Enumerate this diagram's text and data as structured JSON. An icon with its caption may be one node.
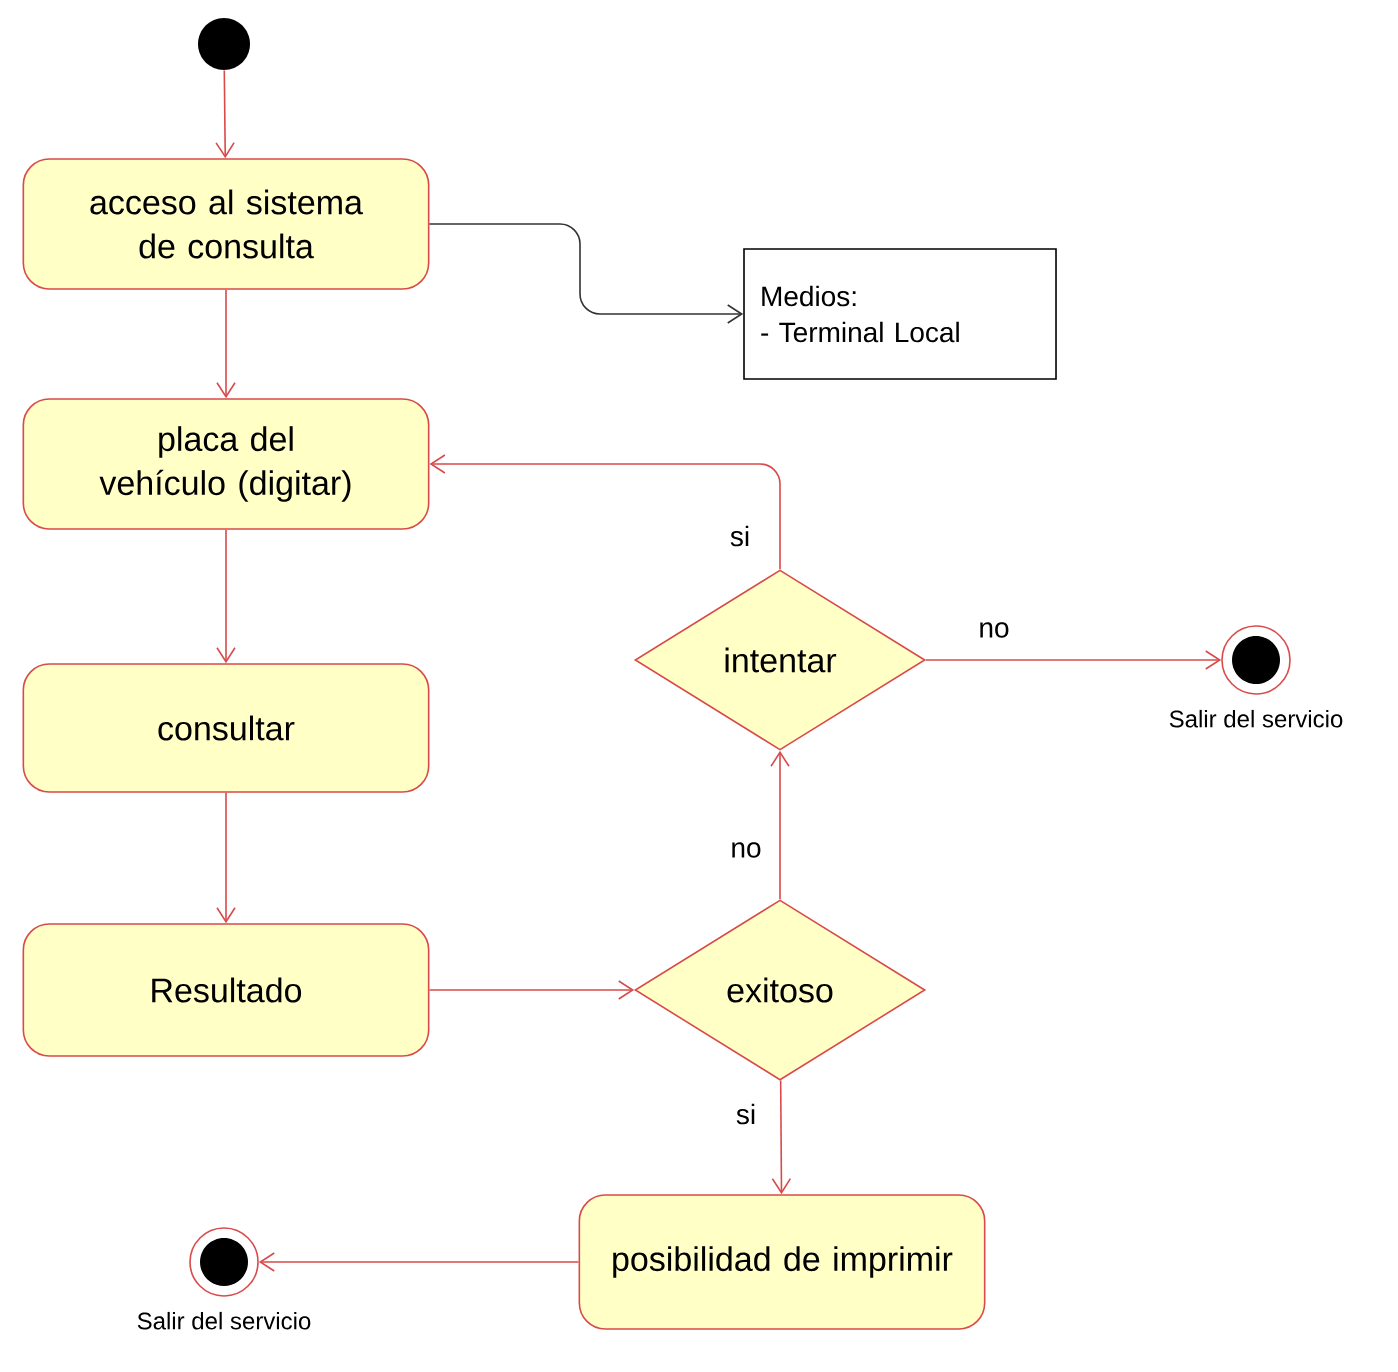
{
  "diagram": {
    "nodes": [
      {
        "text": [],
        "shape": "circle"
      },
      {
        "text": [
          "acceso al sistema de consulta"
        ]
      },
      {
        "text": [
          "Medios:",
          "- Terminal Local"
        ]
      },
      {
        "text": [
          "placa del vehículo (digitar)"
        ]
      },
      {
        "text": [
          "consultar"
        ]
      },
      {
        "text": [
          "Resultado"
        ]
      },
      {
        "text": [
          "intentar"
        ]
      },
      {
        "text": [],
        "shape": "bullseye",
        "beside": [
          "Salir del servicio"
        ]
      },
      {
        "text": [
          "exitoso"
        ]
      },
      {
        "text": [
          "posibilidad de imprimir"
        ]
      },
      {
        "text": [],
        "shape": "bullseye",
        "beside": [
          "Salir del servicio"
        ]
      }
    ],
    "edges": [
      {
        "from": 0,
        "to": 1,
        "arrow": "to"
      },
      {
        "from": 1,
        "to": 2,
        "arrow": "to",
        "color": "#333333"
      },
      {
        "from": 1,
        "to": 3,
        "arrow": "to"
      },
      {
        "from": 3,
        "to": 4,
        "arrow": "to"
      },
      {
        "from": 4,
        "to": 5,
        "arrow": "to"
      },
      {
        "from": 5,
        "to": 8,
        "arrow": "to"
      },
      {
        "from": 8,
        "to": 6,
        "arrow": "to",
        "label": "no"
      },
      {
        "from": 6,
        "to": 3,
        "arrow": "to",
        "label": "si"
      },
      {
        "from": 6,
        "to": 7,
        "arrow": "to",
        "label": "no"
      },
      {
        "from": 8,
        "to": 9,
        "arrow": "to",
        "label": "si"
      },
      {
        "from": 9,
        "to": 10,
        "arrow": "to"
      }
    ]
  }
}
